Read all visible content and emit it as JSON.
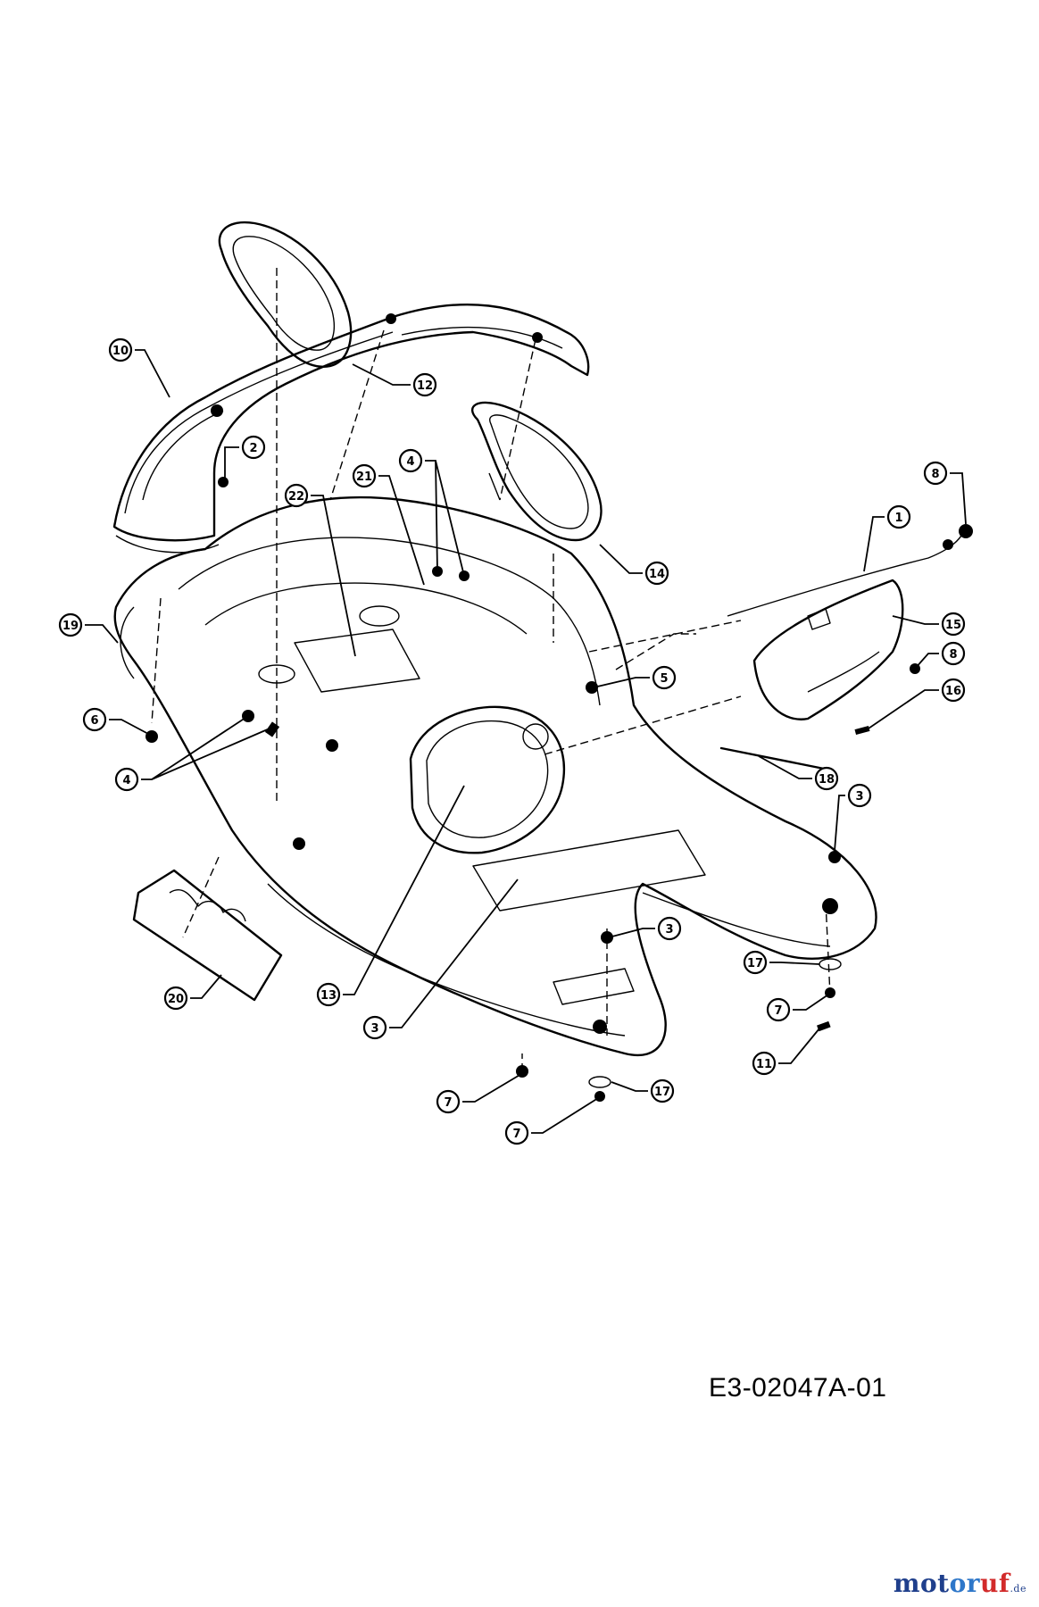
{
  "drawing_code": "E3-02047A-01",
  "watermark": {
    "part1": "mot",
    "part2": "or",
    "part3": "uf",
    "tld": ".de"
  },
  "callouts": [
    {
      "id": "c10a",
      "label": "10"
    },
    {
      "id": "c12",
      "label": "12"
    },
    {
      "id": "c2",
      "label": "2"
    },
    {
      "id": "c22",
      "label": "22"
    },
    {
      "id": "c21",
      "label": "21"
    },
    {
      "id": "c4a",
      "label": "4"
    },
    {
      "id": "c14",
      "label": "14"
    },
    {
      "id": "c8a",
      "label": "8"
    },
    {
      "id": "c1",
      "label": "1"
    },
    {
      "id": "c19",
      "label": "19"
    },
    {
      "id": "c15",
      "label": "15"
    },
    {
      "id": "c8b",
      "label": "8"
    },
    {
      "id": "c16",
      "label": "16"
    },
    {
      "id": "c6",
      "label": "6"
    },
    {
      "id": "c5",
      "label": "5"
    },
    {
      "id": "c4b",
      "label": "4"
    },
    {
      "id": "c18",
      "label": "18"
    },
    {
      "id": "c3a",
      "label": "3"
    },
    {
      "id": "c3b",
      "label": "3"
    },
    {
      "id": "c17a",
      "label": "17"
    },
    {
      "id": "c20",
      "label": "20"
    },
    {
      "id": "c7a",
      "label": "7"
    },
    {
      "id": "c13",
      "label": "13"
    },
    {
      "id": "c3c",
      "label": "3"
    },
    {
      "id": "c11",
      "label": "11"
    },
    {
      "id": "c7b",
      "label": "7"
    },
    {
      "id": "c17b",
      "label": "17"
    },
    {
      "id": "c7c",
      "label": "7"
    }
  ]
}
